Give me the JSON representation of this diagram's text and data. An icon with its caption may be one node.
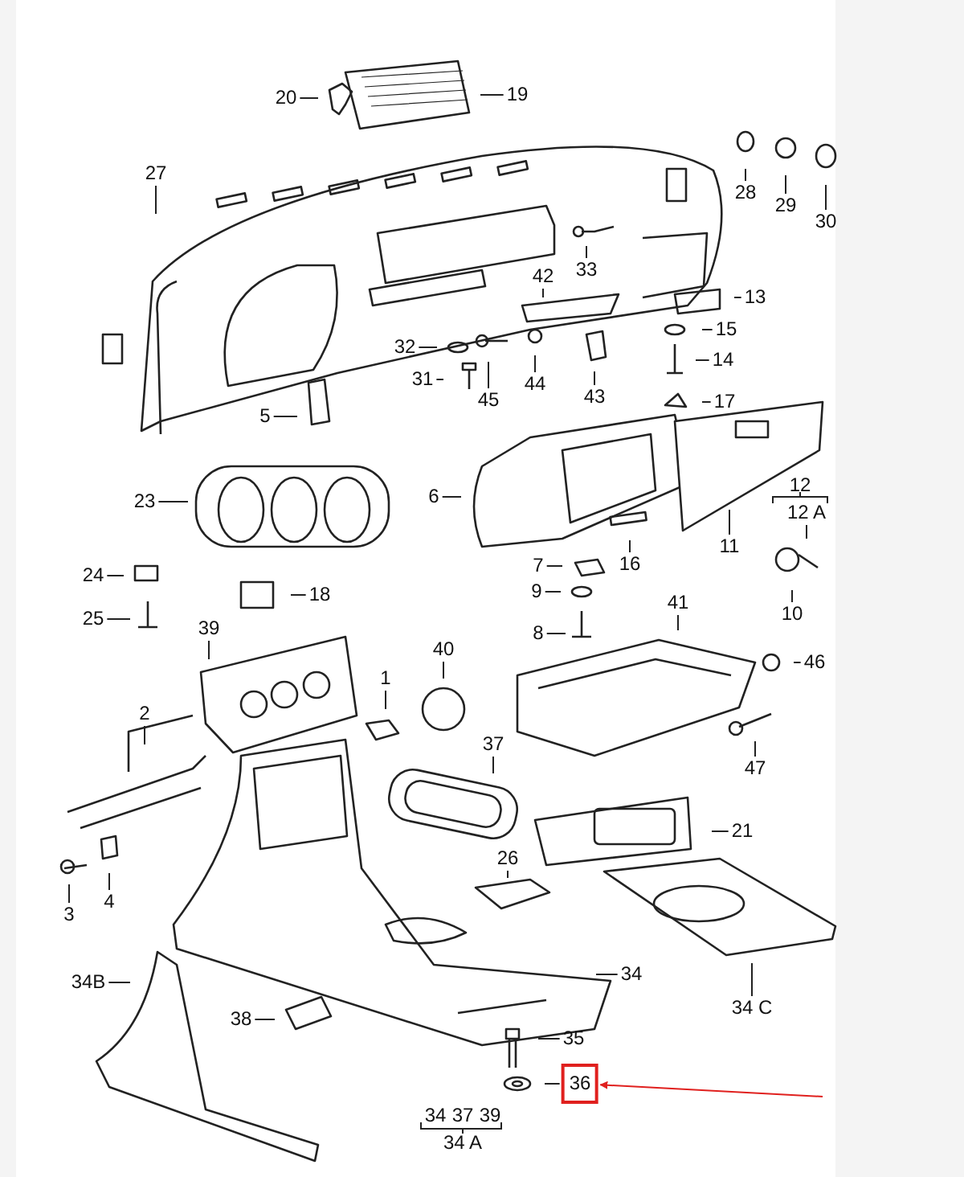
{
  "diagram": {
    "nodes": [
      {
        "text": [
          "20"
        ]
      },
      {
        "text": [
          "19"
        ]
      },
      {
        "text": [
          "27"
        ]
      },
      {
        "text": [
          "28"
        ]
      },
      {
        "text": [
          "29"
        ]
      },
      {
        "text": [
          "30"
        ]
      },
      {
        "text": [
          "33"
        ]
      },
      {
        "text": [
          "42"
        ]
      },
      {
        "text": [
          "13"
        ]
      },
      {
        "text": [
          "15"
        ]
      },
      {
        "text": [
          "32"
        ]
      },
      {
        "text": [
          "14"
        ]
      },
      {
        "text": [
          "31"
        ]
      },
      {
        "text": [
          "45"
        ]
      },
      {
        "text": [
          "44"
        ]
      },
      {
        "text": [
          "43"
        ]
      },
      {
        "text": [
          "17"
        ]
      },
      {
        "text": [
          "5"
        ]
      },
      {
        "text": [
          "6"
        ]
      },
      {
        "text": [
          "23"
        ]
      },
      {
        "text": [
          "12 A"
        ]
      },
      {
        "text": [
          "11"
        ]
      },
      {
        "text": [
          "7"
        ]
      },
      {
        "text": [
          "16"
        ]
      },
      {
        "text": [
          "24"
        ]
      },
      {
        "text": [
          "9"
        ]
      },
      {
        "text": [
          "18"
        ]
      },
      {
        "text": [
          "41"
        ]
      },
      {
        "text": [
          "10"
        ]
      },
      {
        "text": [
          "25"
        ]
      },
      {
        "text": [
          "8"
        ]
      },
      {
        "text": [
          "39"
        ]
      },
      {
        "text": [
          "40"
        ]
      },
      {
        "text": [
          "46"
        ]
      },
      {
        "text": [
          "1"
        ]
      },
      {
        "text": [
          "2"
        ]
      },
      {
        "text": [
          "37"
        ]
      },
      {
        "text": [
          "47"
        ]
      },
      {
        "text": [
          "21"
        ]
      },
      {
        "text": [
          "26"
        ]
      },
      {
        "text": [
          "4"
        ]
      },
      {
        "text": [
          "3"
        ]
      },
      {
        "text": [
          "34"
        ]
      },
      {
        "text": [
          "34B"
        ]
      },
      {
        "text": [
          "34 C"
        ]
      },
      {
        "text": [
          "38"
        ]
      },
      {
        "text": [
          "35"
        ]
      },
      {
        "text": [
          "36"
        ]
      }
    ],
    "edges": [
      {
        "from": 0,
        "to": null,
        "arrow": "none"
      },
      {
        "from": 1,
        "to": null,
        "arrow": "none"
      },
      {
        "from": 2,
        "to": null,
        "arrow": "none"
      },
      {
        "from": 3,
        "to": null,
        "arrow": "none"
      },
      {
        "from": 4,
        "to": null,
        "arrow": "none"
      },
      {
        "from": 5,
        "to": null,
        "arrow": "none"
      },
      {
        "from": 6,
        "to": null,
        "arrow": "none"
      },
      {
        "from": 7,
        "to": null,
        "arrow": "none"
      },
      {
        "from": 8,
        "to": null,
        "arrow": "none"
      },
      {
        "from": 9,
        "to": null,
        "arrow": "none"
      },
      {
        "from": 10,
        "to": null,
        "arrow": "none"
      },
      {
        "from": 11,
        "to": null,
        "arrow": "none"
      },
      {
        "from": 12,
        "to": null,
        "arrow": "none"
      },
      {
        "from": 13,
        "to": null,
        "arrow": "none"
      },
      {
        "from": 14,
        "to": null,
        "arrow": "none"
      },
      {
        "from": 15,
        "to": null,
        "arrow": "none"
      },
      {
        "from": 16,
        "to": null,
        "arrow": "none"
      },
      {
        "from": 17,
        "to": null,
        "arrow": "none"
      },
      {
        "from": 18,
        "to": null,
        "arrow": "none"
      },
      {
        "from": 19,
        "to": null,
        "arrow": "none"
      },
      {
        "from": 20,
        "to": null,
        "arrow": "none"
      },
      {
        "from": 21,
        "to": null,
        "arrow": "none"
      },
      {
        "from": 22,
        "to": null,
        "arrow": "none"
      },
      {
        "from": 23,
        "to": null,
        "arrow": "none"
      },
      {
        "from": 24,
        "to": null,
        "arrow": "none"
      },
      {
        "from": 25,
        "to": null,
        "arrow": "none"
      },
      {
        "from": 26,
        "to": null,
        "arrow": "none"
      },
      {
        "from": 27,
        "to": null,
        "arrow": "none"
      },
      {
        "from": 28,
        "to": null,
        "arrow": "none"
      },
      {
        "from": 29,
        "to": null,
        "arrow": "none"
      },
      {
        "from": 30,
        "to": null,
        "arrow": "none"
      },
      {
        "from": 31,
        "to": null,
        "arrow": "none"
      },
      {
        "from": 32,
        "to": null,
        "arrow": "none"
      },
      {
        "from": 33,
        "to": null,
        "arrow": "none"
      },
      {
        "from": 34,
        "to": null,
        "arrow": "none"
      },
      {
        "from": 35,
        "to": null,
        "arrow": "none"
      },
      {
        "from": 36,
        "to": null,
        "arrow": "none"
      },
      {
        "from": 37,
        "to": null,
        "arrow": "none"
      },
      {
        "from": 38,
        "to": null,
        "arrow": "none"
      },
      {
        "from": 39,
        "to": null,
        "arrow": "none"
      },
      {
        "from": 40,
        "to": null,
        "arrow": "none"
      },
      {
        "from": 41,
        "to": null,
        "arrow": "none"
      },
      {
        "from": 42,
        "to": null,
        "arrow": "none"
      },
      {
        "from": 43,
        "to": null,
        "arrow": "none"
      },
      {
        "from": 44,
        "to": null,
        "arrow": "none"
      },
      {
        "from": 45,
        "to": null,
        "arrow": "none"
      },
      {
        "from": 46,
        "to": null,
        "arrow": "none"
      },
      {
        "from": 47,
        "to": null,
        "arrow": "none"
      },
      {
        "from": null,
        "to": 47,
        "arrow": "to",
        "color": "#e0201e"
      }
    ],
    "labels": [
      "12",
      "34",
      "37",
      "39",
      "34 A"
    ]
  }
}
